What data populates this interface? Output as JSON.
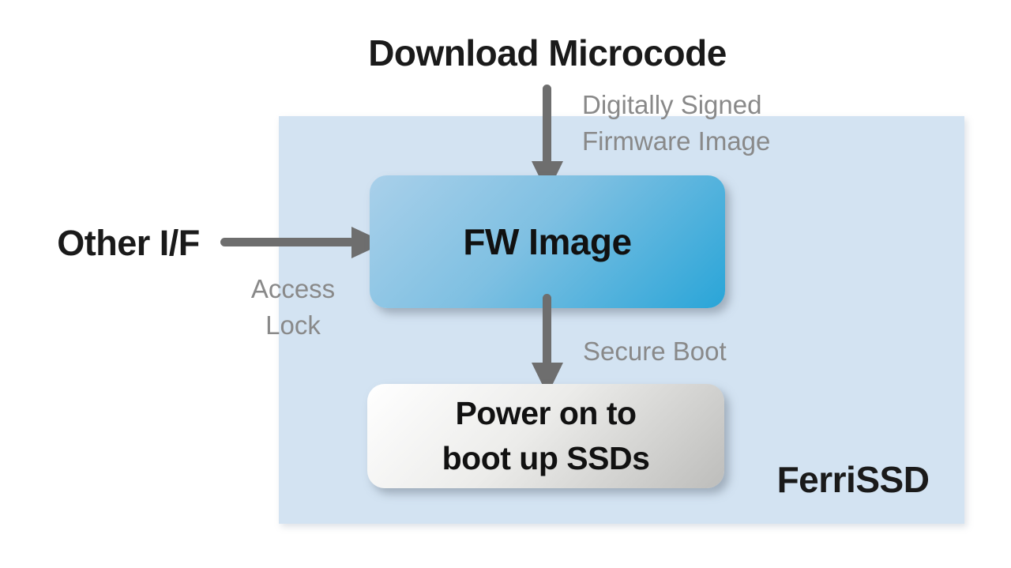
{
  "diagram": {
    "title": "Download Microcode",
    "external_interface": "Other I/F",
    "panel": {
      "label": "FerriSSD"
    },
    "nodes": {
      "fw_image": {
        "label": "FW Image"
      },
      "power_on": {
        "label_line1": "Power on to",
        "label_line2": "boot up SSDs"
      }
    },
    "edge_labels": {
      "digitally_signed_line1": "Digitally Signed",
      "digitally_signed_line2": "Firmware Image",
      "access_lock_line1": "Access",
      "access_lock_line2": "Lock",
      "secure_boot": "Secure Boot"
    },
    "colors": {
      "panel_bg": "#d3e3f2",
      "fw_box_gradient_start": "#a9d0ea",
      "fw_box_gradient_end": "#29a5d8",
      "power_box_gradient_start": "#ffffff",
      "power_box_gradient_end": "#bdbdbb",
      "arrow_gray": "#6e6e6e",
      "label_gray": "#898989",
      "text_black": "#1a1a1a"
    }
  }
}
